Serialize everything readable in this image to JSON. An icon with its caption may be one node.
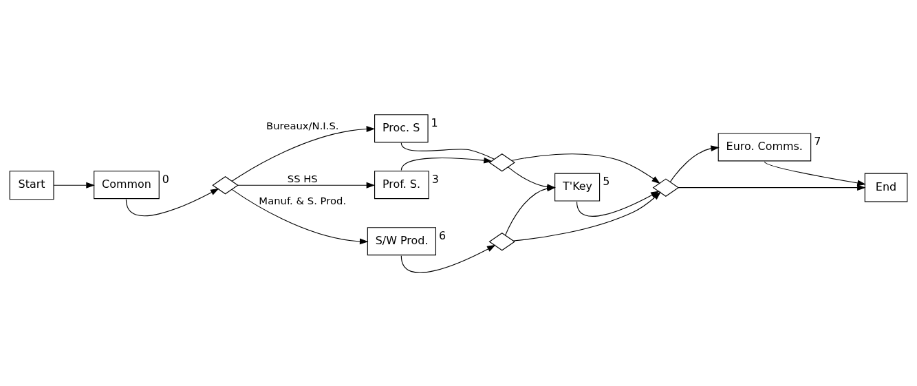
{
  "diagram": {
    "nodes": [
      {
        "text": [
          "Start"
        ]
      },
      {
        "text": [
          "Common"
        ],
        "beside": [
          "0"
        ]
      },
      {
        "text": [],
        "shape": "diamond"
      },
      {
        "text": [
          "Proc. S"
        ],
        "beside": [
          "1"
        ]
      },
      {
        "text": [
          "Prof. S."
        ],
        "beside": [
          "3"
        ]
      },
      {
        "text": [
          "S/W Prod."
        ],
        "beside": [
          "6"
        ]
      },
      {
        "text": [],
        "shape": "diamond"
      },
      {
        "text": [],
        "shape": "diamond"
      },
      {
        "text": [
          "T'Key"
        ],
        "beside": [
          "5"
        ]
      },
      {
        "text": [],
        "shape": "diamond"
      },
      {
        "text": [
          "Euro. Comms."
        ],
        "beside": [
          "7"
        ]
      },
      {
        "text": [
          "End"
        ]
      }
    ],
    "edges": [
      {
        "from": 0,
        "to": 1,
        "arrow": "to"
      },
      {
        "from": 1,
        "to": 2,
        "arrow": "to"
      },
      {
        "from": 2,
        "to": 3,
        "arrow": "to",
        "label": "Bureaux/N.I.S."
      },
      {
        "from": 2,
        "to": 4,
        "arrow": "to",
        "label": "SS HS"
      },
      {
        "from": 2,
        "to": 5,
        "arrow": "to",
        "label": "Manuf. & S. Prod."
      },
      {
        "from": 5,
        "to": 6,
        "arrow": "to"
      },
      {
        "from": 6,
        "to": 8,
        "arrow": "to"
      },
      {
        "from": 6,
        "to": 9,
        "arrow": "to"
      },
      {
        "from": 3,
        "to": 7,
        "arrow": "none"
      },
      {
        "from": 4,
        "to": 7,
        "arrow": "to"
      },
      {
        "from": 7,
        "to": 8,
        "arrow": "to"
      },
      {
        "from": 7,
        "to": 9,
        "arrow": "to"
      },
      {
        "from": 8,
        "to": 9,
        "arrow": "to"
      },
      {
        "from": 9,
        "to": 10,
        "arrow": "to"
      },
      {
        "from": 10,
        "to": 11,
        "arrow": "to"
      },
      {
        "from": 9,
        "to": 11,
        "arrow": "to"
      }
    ]
  }
}
